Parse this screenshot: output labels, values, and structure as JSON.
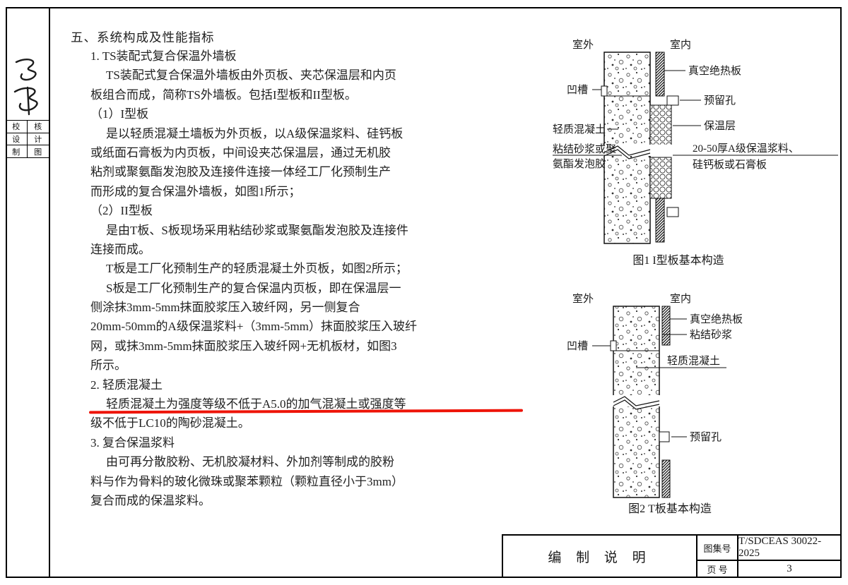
{
  "doc": {
    "heading": "五、系统构成及性能指标",
    "lines": [
      "1. TS装配式复合保温外墙板",
      "TS装配式复合保温外墙板由外页板、夹芯保温层和内页",
      "板组合而成，简称TS外墙板。包括I型板和II型板。",
      "（1）I型板",
      "是以轻质混凝土墙板为外页板，以A级保温浆料、硅钙板",
      "或纸面石膏板为内页板，中间设夹芯保温层，通过无机胶",
      "粘剂或聚氨酯发泡胶及连接件连接一体经工厂化预制生产",
      "而形成的复合保温外墙板，如图1所示；",
      "（2）II型板",
      "是由T板、S板现场采用粘结砂浆或聚氨酯发泡胶及连接件",
      "连接而成。",
      "T板是工厂化预制生产的轻质混凝土外页板，如图2所示；",
      "S板是工厂化预制生产的复合保温内页板，即在保温层一",
      "侧涂抹3mm-5mm抹面胶浆压入玻纤网，另一侧复合",
      "20mm-50mm的A级保温浆料+（3mm-5mm）抹面胶浆压入玻纤",
      "网，或抹3mm-5mm抹面胶浆压入玻纤网+无机板材，如图3",
      "所示。",
      "2. 轻质混凝土",
      "轻质混凝土为强度等级不低于A5.0的加气混凝土或强度等",
      "级不低于LC10的陶砂混凝土。",
      "3. 复合保温浆料",
      "由可再分散胶粉、无机胶凝材料、外加剂等制成的胶粉",
      "料与作为骨料的玻化微珠或聚苯颗粒（颗粒直径小于3mm）",
      "复合而成的保温浆料。"
    ]
  },
  "stamp": {
    "cells": [
      [
        "校",
        "核"
      ],
      [
        "设",
        "计"
      ],
      [
        "制",
        "图"
      ]
    ]
  },
  "fig1": {
    "outside": "室外",
    "inside": "室内",
    "labels": {
      "vacuum": "真空绝热板",
      "hole": "预留孔",
      "insulation": "保温层",
      "inner1": "20-50厚A级保温浆料、",
      "inner2": "硅钙板或石膏板",
      "groove": "凹槽",
      "concrete": "轻质混凝土",
      "bond1": "粘结砂浆或聚",
      "bond2": "氨酯发泡胶"
    },
    "caption": "图1  I型板基本构造"
  },
  "fig2": {
    "outside": "室外",
    "inside": "室内",
    "labels": {
      "vacuum": "真空绝热板",
      "mortar": "粘结砂浆",
      "groove": "凹槽",
      "concrete": "轻质混凝土",
      "hole": "预留孔"
    },
    "caption": "图2  T板基本构造"
  },
  "titleblock": {
    "name": "编 制 说 明",
    "atlas_label": "图集号",
    "atlas_no": "T/SDCEAS 30022-2025",
    "page_label": "页 号",
    "page_no": "3"
  },
  "colors": {
    "accent_red": "#ee1408",
    "ink": "#1a1a1a"
  }
}
